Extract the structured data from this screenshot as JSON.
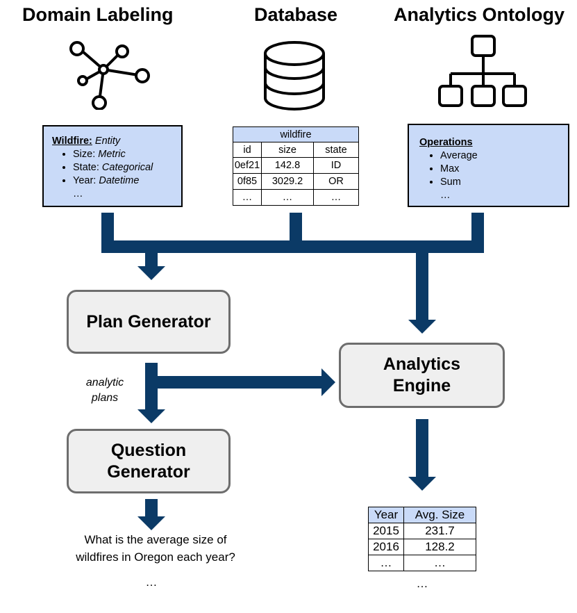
{
  "headings": {
    "domain": "Domain Labeling",
    "database": "Database",
    "ontology": "Analytics Ontology"
  },
  "icons": {
    "domain": "network-graph-icon",
    "database": "database-icon",
    "ontology": "hierarchy-icon"
  },
  "domain_panel": {
    "entity_name": "Wildfire:",
    "entity_type": "Entity",
    "fields": [
      {
        "name": "Size:",
        "type": "Metric"
      },
      {
        "name": "State:",
        "type": "Categorical"
      },
      {
        "name": "Year:",
        "type": "Datetime"
      }
    ],
    "ellipsis": "…"
  },
  "db_table": {
    "title": "wildfire",
    "headers": [
      "id",
      "size",
      "state"
    ],
    "rows": [
      [
        "0ef21",
        "142.8",
        "ID"
      ],
      [
        "0f85",
        "3029.2",
        "OR"
      ],
      [
        "…",
        "…",
        "…"
      ]
    ]
  },
  "ontology_panel": {
    "title": "Operations",
    "items": [
      "Average",
      "Max",
      "Sum"
    ],
    "ellipsis": "…"
  },
  "boxes": {
    "plan_generator": "Plan Generator",
    "analytics_engine_line1": "Analytics",
    "analytics_engine_line2": "Engine",
    "question_generator_line1": "Question",
    "question_generator_line2": "Generator"
  },
  "edge_label": {
    "line1": "analytic",
    "line2": "plans"
  },
  "question": {
    "line1": "What is the average size of",
    "line2": "wildfires in Oregon each year?",
    "ellipsis": "…"
  },
  "result_table": {
    "headers": [
      "Year",
      "Avg. Size"
    ],
    "rows": [
      [
        "2015",
        "231.7"
      ],
      [
        "2016",
        "128.2"
      ],
      [
        "…",
        "…"
      ]
    ],
    "ellipsis": "…"
  },
  "colors": {
    "arrow": "#0b3a66",
    "panel": "#c9daf8",
    "box_fill": "#efefef",
    "box_border": "#6d6d6d"
  }
}
